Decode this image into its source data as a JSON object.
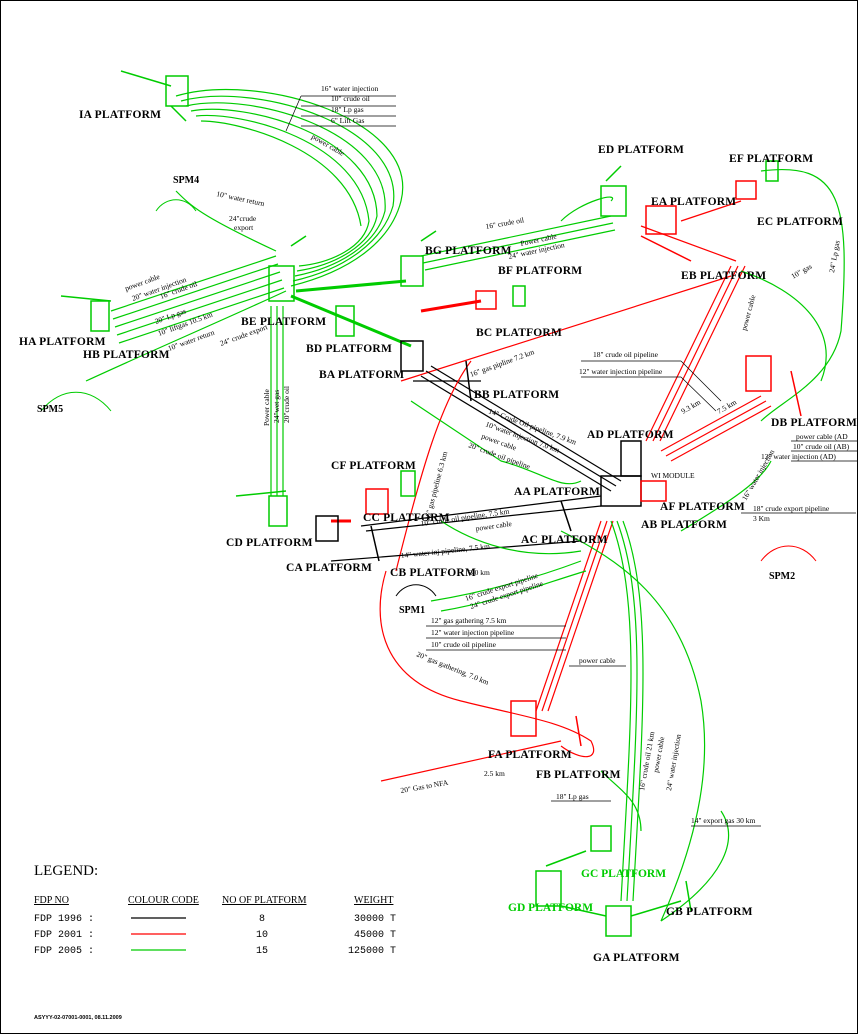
{
  "platforms": {
    "IA": "IA  PLATFORM",
    "ED": "ED  PLATFORM",
    "EF": "EF  PLATFORM",
    "EA": "EA  PLATFORM",
    "EC": "EC  PLATFORM",
    "EB": "EB  PLATFORM",
    "BG": "BG  PLATFORM",
    "BF": "BF  PLATFORM",
    "BE": "BE  PLATFORM",
    "BC": "BC  PLATFORM",
    "HA": "HA  PLATFORM",
    "HB": "HB  PLATFORM",
    "BD": "BD  PLATFORM",
    "BA": "BA  PLATFORM",
    "BB": "BB  PLATFORM",
    "AD": "AD  PLATFORM",
    "DB": "DB  PLATFORM",
    "CF": "CF  PLATFORM",
    "AA": "AA  PLATFORM",
    "AF": "AF  PLATFORM",
    "CC": "CC  PLATFORM",
    "AB": "AB  PLATFORM",
    "CD": "CD  PLATFORM",
    "AC": "AC  PLATFORM",
    "CA": "CA  PLATFORM",
    "CB": "CB  PLATFORM",
    "FA": "FA  PLATFORM",
    "FB": "FB  PLATFORM",
    "GC": "GC  PLATFORM",
    "GD": "GD  PLATFORM",
    "GB": "GB  PLATFORM",
    "GA": "GA  PLATFORM"
  },
  "spm": {
    "spm4": "SPM4",
    "spm5": "SPM5",
    "spm1": "SPM1",
    "spm2": "SPM2"
  },
  "pipes": {
    "ia_water": "16\" water injection",
    "ia_crude": "10\" crude oil",
    "ia_lp": "18\" Lp gas",
    "ia_lift": "6\" Lift Gas",
    "ia_power": "power cable",
    "spm4_water": "10\" water return",
    "spm4_export1": "24\"crude",
    "spm4_export2": "export",
    "ha_power": "power cable",
    "ha_water": "20\" water injection",
    "ha_crude": "16\" crude oil",
    "ha_lp": "20\" Lp gas",
    "ha_lift": "10\" liftgas  10.5 km",
    "ha_return": "10\" water return",
    "ha_export": "24\" crude export",
    "bg_crude": "16\" crude oil",
    "bg_power": "Power cable",
    "bg_water": "24\" water injection",
    "eb_power": "power cable",
    "ef_lp": "24\" Lp gas",
    "eb_gas": "10\" gas",
    "be_power": "Power cable",
    "be_wet": "24\"wet gas",
    "be_crude": "20\"crude oil",
    "bd_gas": "16\" gas pipline  7.2 km",
    "ab_crude": "18\" crude oil pipeline",
    "ab_water": "12\" water injection pipeline",
    "km93": "9.3 km",
    "km75": "7.5 km",
    "ba_crude": "14\" Crude Oil pipeline, 7.9 km",
    "ba_water": "10\"water injection  7.0 km",
    "ba_power": "power cable",
    "ba_crude2": "20\" crude oil pipeline",
    "cc_gas": "16\" gas pipeline  6.3 km",
    "db_power": "power cable  (AD",
    "db_crude": "10\" crude oil (AB)",
    "db_water": "12\" water injection  (AD)",
    "wi_module": "WI MODULE",
    "af_water": "16\" water injection",
    "af_export1": "18\" crude export pipeline",
    "af_export2": "3 Km",
    "cc_crude": "10\" crude oil pipeline, 7.5 km",
    "cc_power": "power cable",
    "ca_water": "14\" water inj pipeline, 7.5 km",
    "cb_km": "3.0 km",
    "cb_export1": "16\" crude export pipeline",
    "cb_export2": "24\" crude export pipeline",
    "f_gas": "12\" gas gathering  7.5 km",
    "f_water": "12\" water injection  pipeline",
    "f_crude": "10\" crude oil pipeline",
    "f_power": "power cable",
    "f_gas20": "20\" gas gathering, 7.0 km",
    "g_crude": "16\" crude oil 21 km",
    "g_power": "power cable",
    "g_water": "24\" water injection",
    "nfa": "20\" Gas to NFA",
    "nfa_km": "2.5 km",
    "g_lp": "18\" Lp gas",
    "g_export": "14\" export gas  30 km"
  },
  "legend": {
    "title": "LEGEND:",
    "headers": [
      "FDP NO",
      "COLOUR CODE",
      "NO OF PLATFORM",
      "WEIGHT"
    ],
    "rows": [
      {
        "fdp": "FDP  1996 :",
        "color": "#000000",
        "count": "8",
        "weight": "30000 T"
      },
      {
        "fdp": "FDP  2001 :",
        "color": "#ff0000",
        "count": "10",
        "weight": "45000 T"
      },
      {
        "fdp": "FDP  2005 :",
        "color": "#00cc00",
        "count": "15",
        "weight": "125000 T"
      }
    ]
  },
  "footer": "ASYYY-02-07001-0001, 08.11.2009",
  "colors": {
    "black": "#000000",
    "red": "#ff0000",
    "green": "#00cc00"
  }
}
